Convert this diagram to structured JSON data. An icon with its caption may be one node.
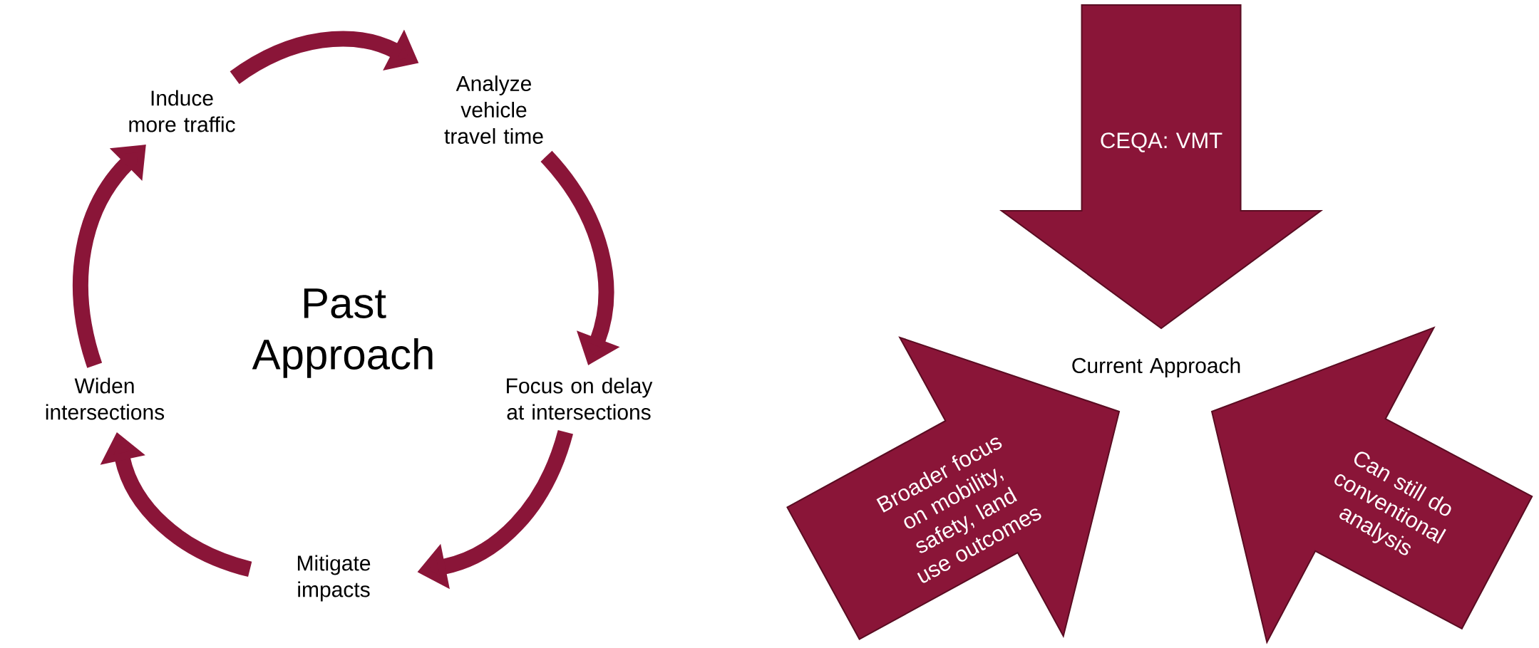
{
  "diagram": {
    "nodes": [
      {
        "text": [
          "Analyze vehicle travel time"
        ]
      },
      {
        "text": [
          "Focus on delay at intersections"
        ]
      },
      {
        "text": [
          "Mitigate impacts"
        ]
      },
      {
        "text": [
          "Widen intersections"
        ]
      },
      {
        "text": [
          "Induce more traffic"
        ]
      },
      {
        "text": [
          "CEQA: VMT"
        ]
      },
      {
        "text": [
          "Broader focus on mobility, safety, land use outcomes"
        ]
      },
      {
        "text": [
          "Can still do conventional analysis"
        ]
      }
    ],
    "edges": [
      {
        "from": 4,
        "to": 0,
        "arrow": "to"
      },
      {
        "from": 0,
        "to": 1,
        "arrow": "to"
      },
      {
        "from": 1,
        "to": 2,
        "arrow": "to"
      },
      {
        "from": 2,
        "to": 3,
        "arrow": "to"
      },
      {
        "from": 3,
        "to": 4,
        "arrow": "to"
      }
    ],
    "labels": [
      "Past Approach",
      "Current Approach"
    ]
  }
}
